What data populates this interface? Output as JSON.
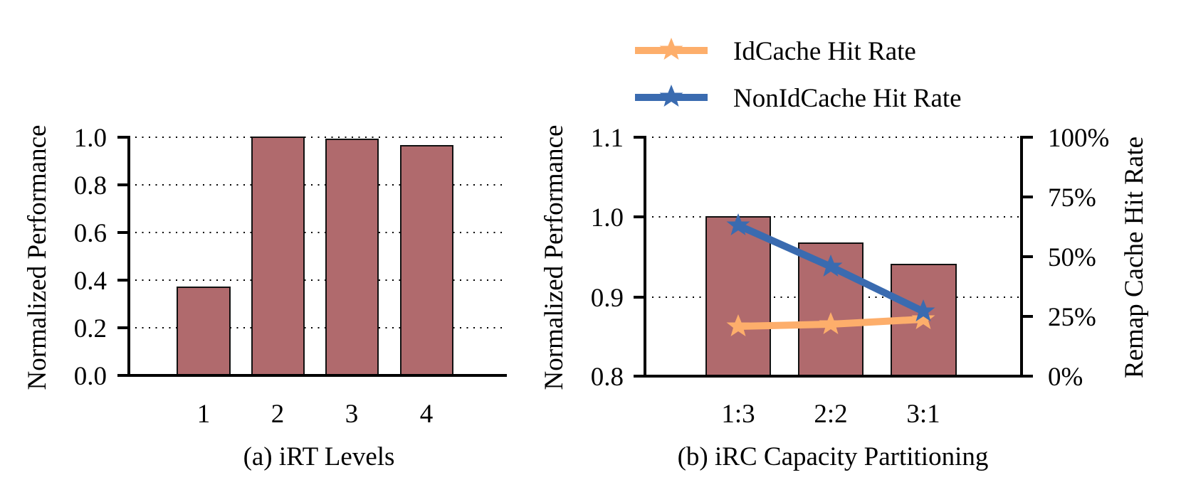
{
  "chart_data": [
    {
      "type": "bar",
      "title": "(a) iRT Levels",
      "xlabel": "(a) iRT Levels",
      "ylabel": "Normalized Performance",
      "categories": [
        "1",
        "2",
        "3",
        "4"
      ],
      "values": [
        0.37,
        1.0,
        0.99,
        0.965
      ],
      "ylim": [
        0.0,
        1.0
      ],
      "yticks": [
        "0.0",
        "0.2",
        "0.4",
        "0.6",
        "0.8",
        "1.0"
      ],
      "grid": "horizontal dotted",
      "bar_color": "#b06a6d"
    },
    {
      "type": "bar+line",
      "title": "(b) iRC Capacity Partitioning",
      "xlabel": "(b) iRC Capacity Partitioning",
      "ylabel": "Normalized Performance",
      "ylabel_right": "Remap Cache Hit Rate",
      "categories": [
        "1:3",
        "2:2",
        "3:1"
      ],
      "values": [
        1.0,
        0.968,
        0.94
      ],
      "ylim": [
        0.8,
        1.1
      ],
      "yticks": [
        "0.8",
        "0.9",
        "1.0",
        "1.1"
      ],
      "ylim_right": [
        0,
        100
      ],
      "yticks_right": [
        "0%",
        "25%",
        "50%",
        "75%",
        "100%"
      ],
      "grid": "horizontal dotted",
      "bar_color": "#b06a6d",
      "series": [
        {
          "name": "IdCache Hit Rate",
          "axis": "right",
          "marker": "star",
          "color": "#fdae6b",
          "values": [
            21,
            22,
            24
          ]
        },
        {
          "name": "NonIdCache Hit Rate",
          "axis": "right",
          "marker": "star",
          "color": "#3a6bb0",
          "values": [
            63,
            46,
            27
          ]
        }
      ],
      "legend_position": "top"
    }
  ],
  "figure": {
    "a": {
      "ylabel": "Normalized Performance",
      "caption": "(a) iRT Levels",
      "yticks": [
        "0.0",
        "0.2",
        "0.4",
        "0.6",
        "0.8",
        "1.0"
      ],
      "xticks": [
        "1",
        "2",
        "3",
        "4"
      ]
    },
    "b": {
      "ylabel": "Normalized Performance",
      "ylabel_right": "Remap Cache Hit Rate",
      "caption": "(b) iRC Capacity Partitioning",
      "yticks": [
        "0.8",
        "0.9",
        "1.0",
        "1.1"
      ],
      "yticks_right": [
        "0%",
        "25%",
        "50%",
        "75%",
        "100%"
      ],
      "xticks": [
        "1:3",
        "2:2",
        "3:1"
      ],
      "legend": [
        "IdCache Hit Rate",
        "NonIdCache Hit Rate"
      ]
    }
  }
}
